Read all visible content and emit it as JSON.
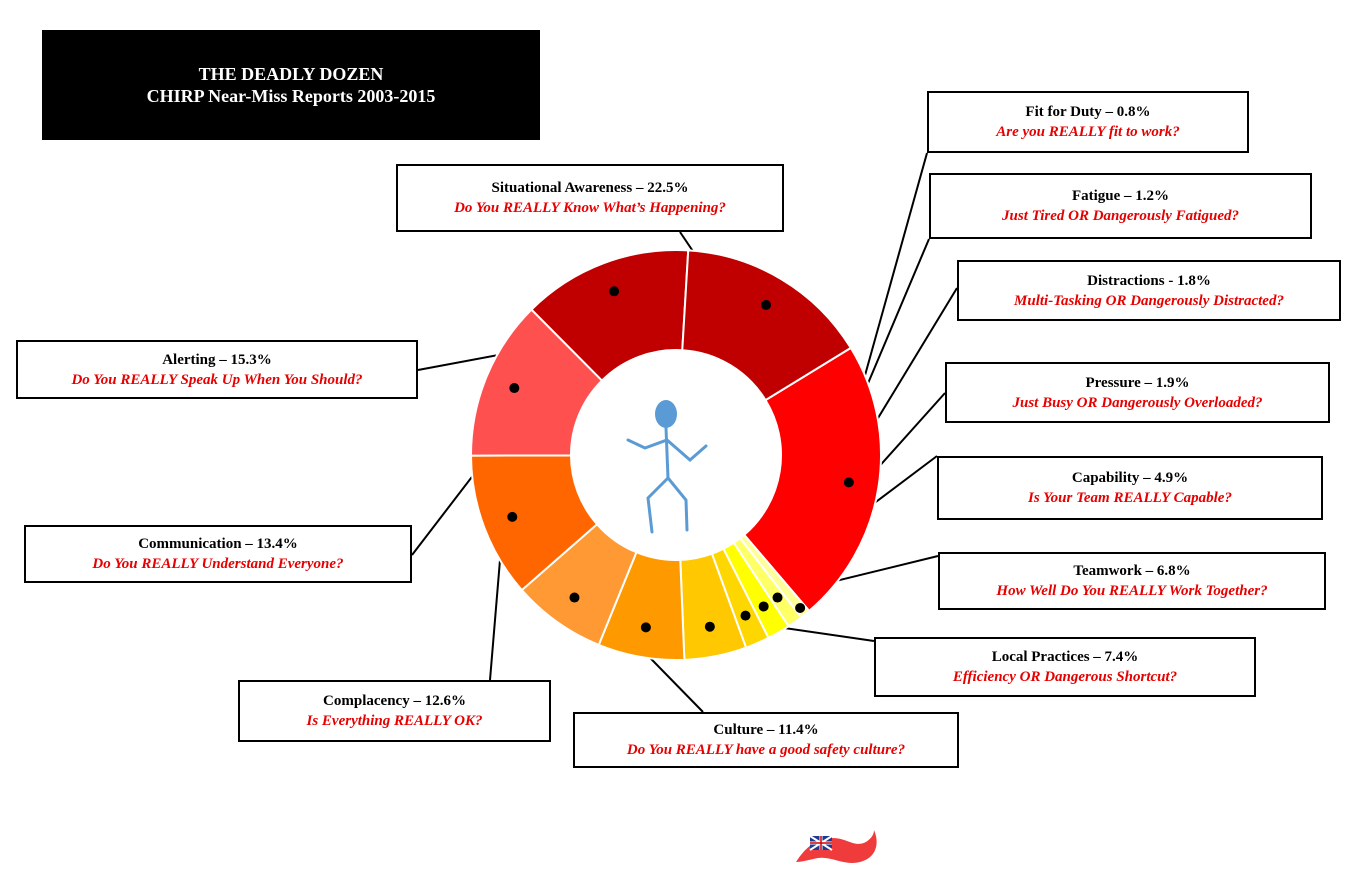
{
  "title": {
    "line1": "THE DEADLY DOZEN",
    "line2": "CHIRP Near-Miss Reports 2003-2015"
  },
  "chart_data": {
    "type": "pie",
    "donut": true,
    "slices": [
      {
        "label": "Situational Awareness",
        "display": "Situational Awareness – 22.5%",
        "value": 22.5,
        "question": "Do You REALLY Know What’s Happening?",
        "color": "#ff0000"
      },
      {
        "label": "Fit for Duty",
        "display": "Fit for Duty – 0.8%",
        "value": 0.8,
        "question": "Are you REALLY fit to work?",
        "color": "#ffff99"
      },
      {
        "label": "Fatigue",
        "display": "Fatigue – 1.2%",
        "value": 1.2,
        "question": "Just Tired OR Dangerously Fatigued?",
        "color": "#ffff66"
      },
      {
        "label": "Distractions",
        "display": "Distractions - 1.8%",
        "value": 1.8,
        "question": "Multi-Tasking OR Dangerously Distracted?",
        "color": "#ffff00"
      },
      {
        "label": "Pressure",
        "display": "Pressure – 1.9%",
        "value": 1.9,
        "question": "Just Busy OR Dangerously Overloaded?",
        "color": "#ffd700"
      },
      {
        "label": "Capability",
        "display": "Capability – 4.9%",
        "value": 4.9,
        "question": "Is Your Team REALLY Capable?",
        "color": "#ffc800"
      },
      {
        "label": "Teamwork",
        "display": "Teamwork – 6.8%",
        "value": 6.8,
        "question": "How Well Do You REALLY Work Together?",
        "color": "#ff9900"
      },
      {
        "label": "Local Practices",
        "display": "Local Practices – 7.4%",
        "value": 7.4,
        "question": "Efficiency OR Dangerous Shortcut?",
        "color": "#ff9933"
      },
      {
        "label": "Culture",
        "display": "Culture – 11.4%",
        "value": 11.4,
        "question": "Do You REALLY have a good safety culture?",
        "color": "#ff6600"
      },
      {
        "label": "Complacency",
        "display": "Complacency – 12.6%",
        "value": 12.6,
        "question": "Is Everything REALLY OK?",
        "color": "#ff5050"
      },
      {
        "label": "Communication",
        "display": "Communication – 13.4%",
        "value": 13.4,
        "question": "Do You REALLY Understand Everyone?",
        "color": "#c00000"
      },
      {
        "label": "Alerting",
        "display": "Alerting – 15.3%",
        "value": 15.3,
        "question": "Do You REALLY Speak Up When You Should?",
        "color": "#c00000"
      }
    ]
  },
  "center_icon": "stick-figure-icon",
  "footer_icon": "red-ensign-logo-icon",
  "colors": {
    "question_text": "#e60000",
    "figure": "#5b9bd5"
  }
}
